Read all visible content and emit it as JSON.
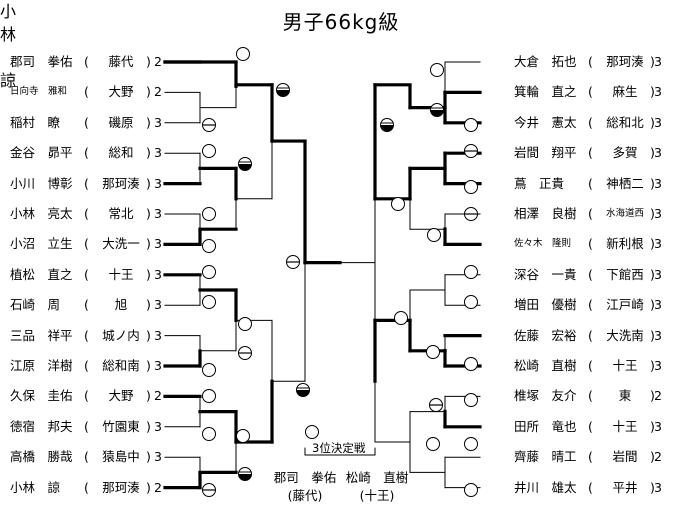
{
  "title": "男子66kg級",
  "left_entries": [
    {
      "name": "郡司　拳佑",
      "team": "藤代",
      "grade": "2"
    },
    {
      "name": "日向寺　雅和",
      "team": "大野",
      "grade": "2",
      "small": true
    },
    {
      "name": "稲村　瞭",
      "team": "磯原",
      "grade": "3"
    },
    {
      "name": "金谷　昴平",
      "team": "総和",
      "grade": "3"
    },
    {
      "name": "小川　博彰",
      "team": "那珂湊",
      "grade": "3"
    },
    {
      "name": "小林　亮太",
      "team": "常北",
      "grade": "3"
    },
    {
      "name": "小沼　立生",
      "team": "大洗一",
      "grade": "3"
    },
    {
      "name": "植松　直之",
      "team": "十王",
      "grade": "3"
    },
    {
      "name": "石崎　周",
      "team": "旭",
      "grade": "3"
    },
    {
      "name": "三品　祥平",
      "team": "城ノ内",
      "grade": "3"
    },
    {
      "name": "江原　洋樹",
      "team": "総和南",
      "grade": "3"
    },
    {
      "name": "久保　圭佑",
      "team": "大野",
      "grade": "2"
    },
    {
      "name": "徳宿　邦夫",
      "team": "竹園東",
      "grade": "3"
    },
    {
      "name": "高橋　勝哉",
      "team": "猿島中",
      "grade": "3"
    },
    {
      "name": "小林　諒",
      "team": "那珂湊",
      "grade": "2"
    }
  ],
  "right_entries": [
    {
      "name": "大倉　拓也",
      "team": "那珂湊",
      "grade": "3"
    },
    {
      "name": "箕輪　直之",
      "team": "麻生",
      "grade": "3"
    },
    {
      "name": "今井　憲太",
      "team": "総和北",
      "grade": "3"
    },
    {
      "name": "岩間　翔平",
      "team": "多賀",
      "grade": "3"
    },
    {
      "name": "蔦　正貴",
      "team": "神栖二",
      "grade": "3"
    },
    {
      "name": "相澤　良樹",
      "team": "水海道西",
      "grade": "3",
      "small_team": true
    },
    {
      "name": "佐々木　隆則",
      "team": "新利根",
      "grade": "3",
      "small": true
    },
    {
      "name": "深谷　一貴",
      "team": "下館西",
      "grade": "3"
    },
    {
      "name": "増田　優樹",
      "team": "江戸崎",
      "grade": "3"
    },
    {
      "name": "佐藤　宏裕",
      "team": "大洗南",
      "grade": "3"
    },
    {
      "name": "松崎　直樹",
      "team": "十王",
      "grade": "3"
    },
    {
      "name": "椎塚　友介",
      "team": "東",
      "grade": "2"
    },
    {
      "name": "田所　竜也",
      "team": "十王",
      "grade": "3"
    },
    {
      "name": "齊藤　晴工",
      "team": "岩間",
      "grade": "2"
    },
    {
      "name": "井川　雄太",
      "team": "平井",
      "grade": "3"
    }
  ],
  "champion": [
    "小",
    "林",
    "",
    "諒"
  ],
  "third_place": {
    "label": "3位決定戦",
    "left_name": "郡司　拳佑",
    "left_team": "(藤代)",
    "right_name": "松崎　直樹",
    "right_team": "(十王)"
  },
  "open_paren": "(",
  "close_paren": ")"
}
